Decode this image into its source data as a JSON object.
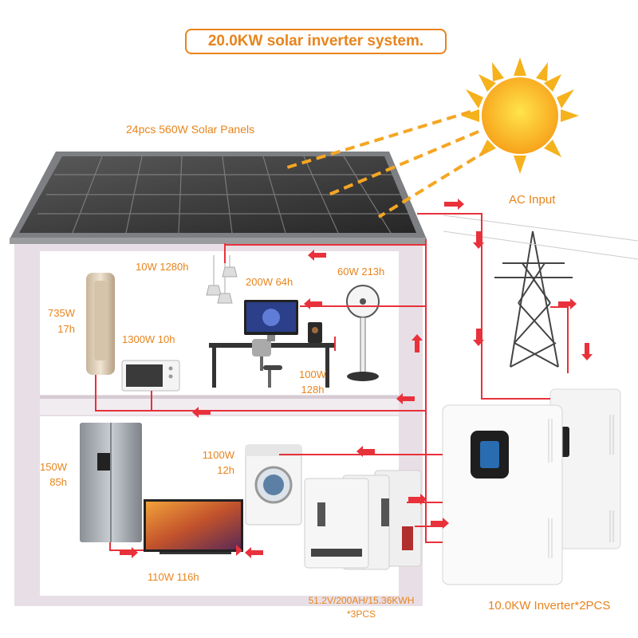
{
  "title": "20.0KW solar inverter system.",
  "labels": {
    "panels": "24pcs 560W Solar Panels",
    "ac_input": "AC Input",
    "lamp": "10W 1280h",
    "computer": "200W 64h",
    "fan": "60W 213h",
    "tower_fan_power": "735W",
    "tower_fan_hours": "17h",
    "microwave": "1300W 10h",
    "speaker_power": "100W",
    "speaker_hours": "128h",
    "fridge_power": "150W",
    "fridge_hours": "85h",
    "washer_power": "1100W",
    "washer_hours": "12h",
    "tv": "110W 116h",
    "battery_spec": "51.2V/200AH/15.36KWH",
    "battery_qty": "*3PCS",
    "inverter": "10.0KW Inverter*2PCS"
  },
  "colors": {
    "accent": "#e8841c",
    "wire": "#e8313b",
    "house": "#e8dfe6",
    "panel": "#3a3a3a"
  }
}
